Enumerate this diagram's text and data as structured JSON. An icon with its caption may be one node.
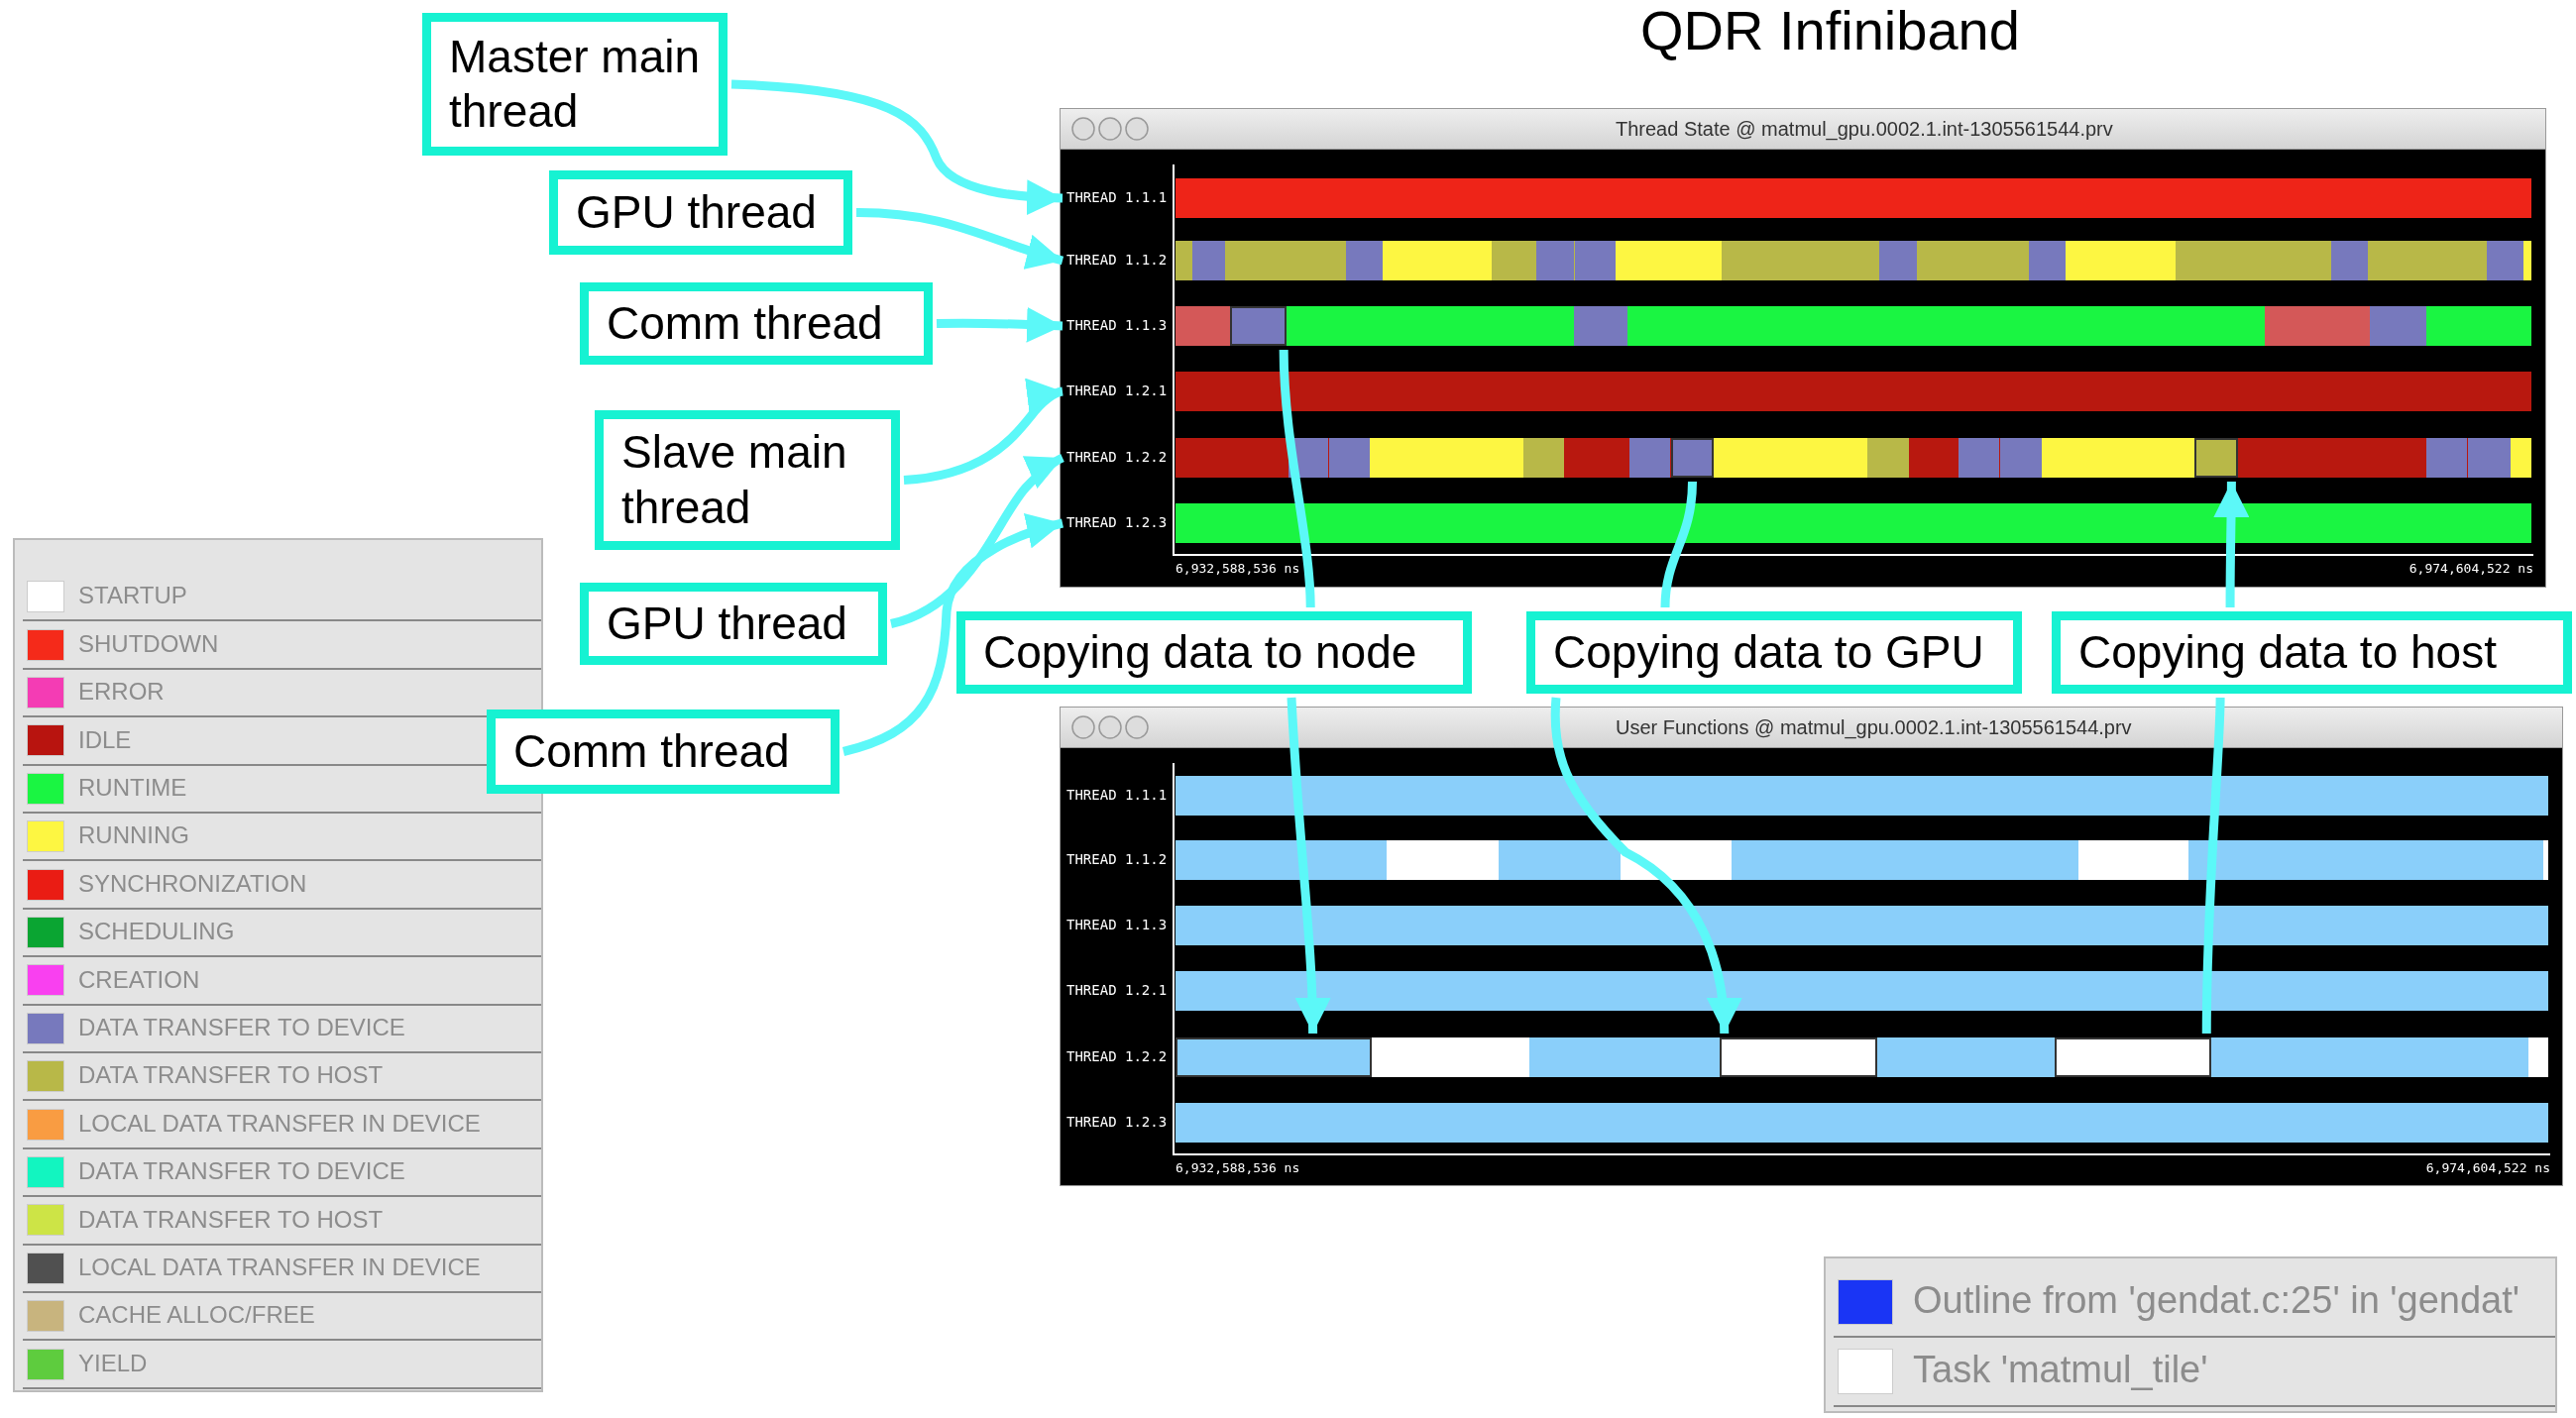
{
  "diagram": {
    "title": "QDR Infiniband",
    "nodes": [
      {
        "text": [
          "Master main thread"
        ]
      },
      {
        "text": [
          "GPU thread"
        ]
      },
      {
        "text": [
          "Comm thread"
        ]
      },
      {
        "text": [
          "Slave main thread"
        ]
      },
      {
        "text": [
          "GPU thread"
        ]
      },
      {
        "text": [
          "Comm thread"
        ]
      },
      {
        "text": [
          "Thread State @ matmul_gpu.0002.1.int-1305561544.prv"
        ]
      },
      {
        "text": [
          "THREAD 1.1.1"
        ],
        "in": 6
      },
      {
        "text": [
          "THREAD 1.1.2"
        ],
        "in": 6
      },
      {
        "text": [
          "THREAD 1.1.3"
        ],
        "in": 6
      },
      {
        "text": [
          "THREAD 1.2.1"
        ],
        "in": 6
      },
      {
        "text": [
          "THREAD 1.2.2"
        ],
        "in": 6
      },
      {
        "text": [
          "THREAD 1.2.3"
        ],
        "in": 6
      },
      {
        "text": [],
        "shape": "bar",
        "in": 6
      },
      {
        "text": [],
        "shape": "bar",
        "in": 6
      },
      {
        "text": [],
        "shape": "bar",
        "in": 6
      },
      {
        "text": [
          "Copying data to node"
        ]
      },
      {
        "text": [
          "Copying data to GPU"
        ]
      },
      {
        "text": [
          "Copying data to host"
        ]
      },
      {
        "text": [
          "User Functions @ matmul_gpu.0002.1.int-1305561544.prv"
        ]
      },
      {
        "text": [
          "THREAD 1.1.1"
        ],
        "in": 19
      },
      {
        "text": [
          "THREAD 1.1.2"
        ],
        "in": 19
      },
      {
        "text": [
          "THREAD 1.1.3"
        ],
        "in": 19
      },
      {
        "text": [
          "THREAD 1.2.1"
        ],
        "in": 19
      },
      {
        "text": [
          "THREAD 1.2.2"
        ],
        "in": 19
      },
      {
        "text": [
          "THREAD 1.2.3"
        ],
        "in": 19
      },
      {
        "text": [],
        "shape": "bar",
        "in": 19
      },
      {
        "text": [],
        "shape": "bar",
        "in": 19
      },
      {
        "text": [],
        "shape": "bar",
        "in": 19
      }
    ],
    "edges": [
      {
        "from": 0,
        "to": 7,
        "arrow": "to"
      },
      {
        "from": 1,
        "to": 8,
        "arrow": "to"
      },
      {
        "from": 2,
        "to": 9,
        "arrow": "to"
      },
      {
        "from": 3,
        "to": 10,
        "arrow": "to"
      },
      {
        "from": 4,
        "to": 11,
        "arrow": "to"
      },
      {
        "from": 5,
        "to": 12,
        "arrow": "to"
      },
      {
        "from": 13,
        "to": 16,
        "arrow": "none"
      },
      {
        "from": 16,
        "to": 26,
        "arrow": "to"
      },
      {
        "from": 14,
        "to": 17,
        "arrow": "none"
      },
      {
        "from": 17,
        "to": 27,
        "arrow": "to"
      },
      {
        "from": 18,
        "to": 15,
        "arrow": "to"
      },
      {
        "from": 28,
        "to": 18,
        "arrow": "none"
      }
    ],
    "labels": [
      "6,932,588,536 ns",
      "6,974,604,522 ns",
      "6,932,588,536 ns",
      "6,974,604,522 ns"
    ],
    "legend": [
      {
        "text": "STARTUP",
        "color": "#ffffff"
      },
      {
        "text": "SHUTDOWN",
        "color": "#f52a1a"
      },
      {
        "text": "ERROR",
        "color": "#f43cb4"
      },
      {
        "text": "IDLE",
        "color": "#b8140f"
      },
      {
        "text": "RUNTIME",
        "color": "#1af542"
      },
      {
        "text": "RUNNING",
        "color": "#fdf642"
      },
      {
        "text": "SYNCHRONIZATION",
        "color": "#ea1c14"
      },
      {
        "text": "SCHEDULING",
        "color": "#0aa532"
      },
      {
        "text": "CREATION",
        "color": "#f940f0"
      },
      {
        "text": "DATA TRANSFER TO DEVICE",
        "color": "#7779bd"
      },
      {
        "text": "DATA TRANSFER TO HOST",
        "color": "#b8b848"
      },
      {
        "text": "LOCAL DATA TRANSFER IN DEVICE",
        "color": "#f99c42"
      },
      {
        "text": "DATA TRANSFER TO DEVICE",
        "color": "#12f5c0"
      },
      {
        "text": "DATA TRANSFER TO HOST",
        "color": "#cde446"
      },
      {
        "text": "LOCAL DATA TRANSFER IN DEVICE",
        "color": "#505050"
      },
      {
        "text": "CACHE ALLOC/FREE",
        "color": "#c8b47e"
      },
      {
        "text": "YIELD",
        "color": "#5ecc3e"
      },
      {
        "text": "Outline from 'gendat.c:25' in 'gendat'",
        "color": "#1a35f5"
      },
      {
        "text": "Task 'matmul_tile'",
        "color": "#ffffff"
      }
    ]
  }
}
